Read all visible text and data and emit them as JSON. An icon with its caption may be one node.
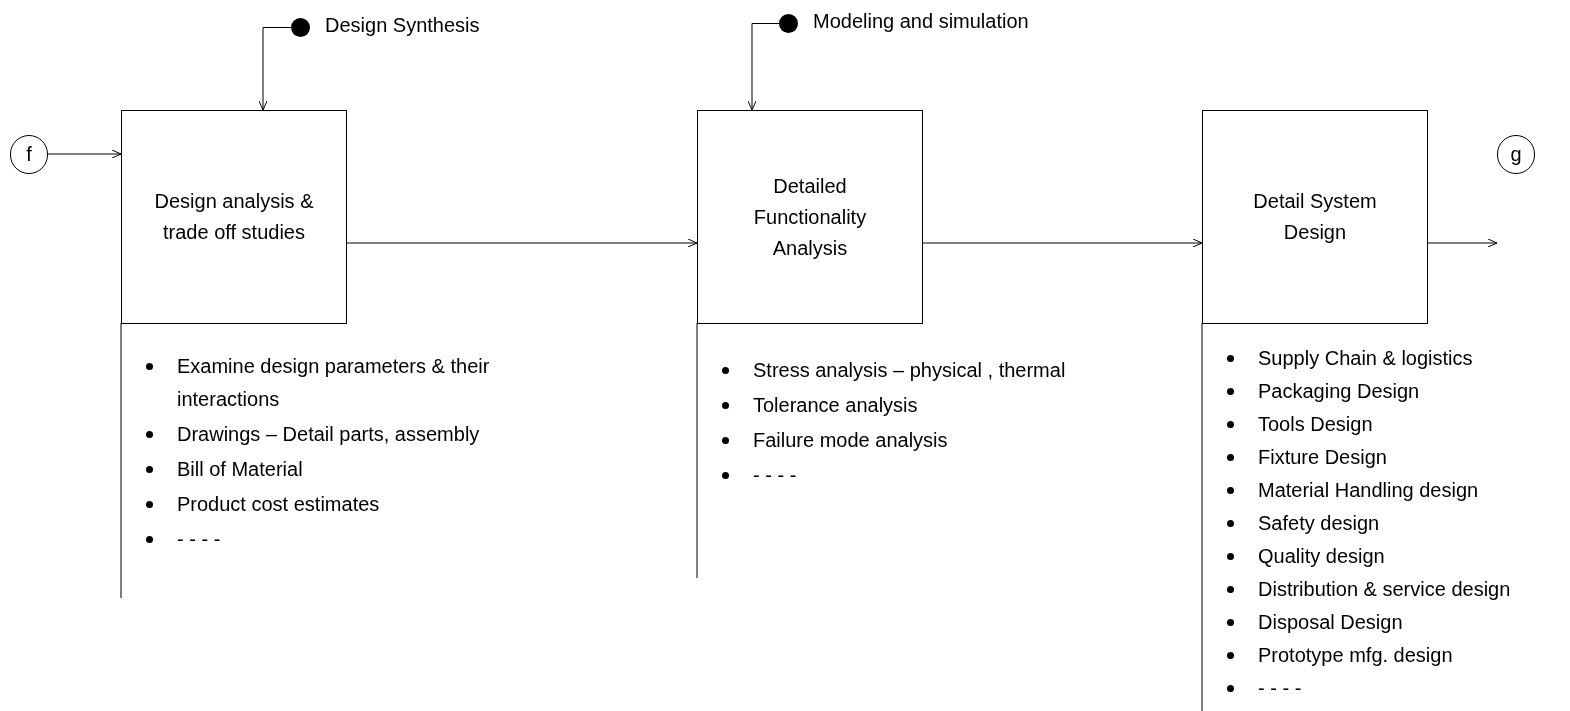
{
  "diagram": {
    "nodes": [
      {
        "text": [
          "f"
        ]
      },
      {
        "text": [],
        "shape": "circle",
        "beside": [
          "Design Synthesis"
        ]
      },
      {
        "text": [
          "Design analysis & trade off studies"
        ]
      },
      {
        "text": [],
        "shape": "circle",
        "beside": [
          "Modeling and simulation"
        ]
      },
      {
        "text": [
          "Detailed Functionality Analysis"
        ]
      },
      {
        "text": [
          "Detail System Design"
        ]
      },
      {
        "text": [
          "g"
        ]
      }
    ],
    "edges": [
      {
        "from": 0,
        "to": 2,
        "arrow": "to"
      },
      {
        "from": 1,
        "to": 2,
        "arrow": "to"
      },
      {
        "from": 2,
        "to": 4,
        "arrow": "to"
      },
      {
        "from": 3,
        "to": 4,
        "arrow": "to"
      },
      {
        "from": 4,
        "to": 5,
        "arrow": "to"
      },
      {
        "from": 5,
        "to": 6,
        "arrow": "to"
      }
    ],
    "labels": [
      "Examine design parameters & their interactions",
      "Drawings – Detail parts, assembly",
      "Bill of Material",
      "Product cost estimates",
      "- - - -",
      "Stress analysis – physical , thermal",
      "Tolerance analysis",
      "Failure mode analysis",
      "- - - -",
      "Supply Chain & logistics",
      "Packaging Design",
      "Tools Design",
      "Fixture Design",
      "Material Handling design",
      "Safety design",
      "Quality design",
      "Distribution & service design",
      "Disposal Design",
      "Prototype mfg. design",
      "- - - -"
    ]
  }
}
